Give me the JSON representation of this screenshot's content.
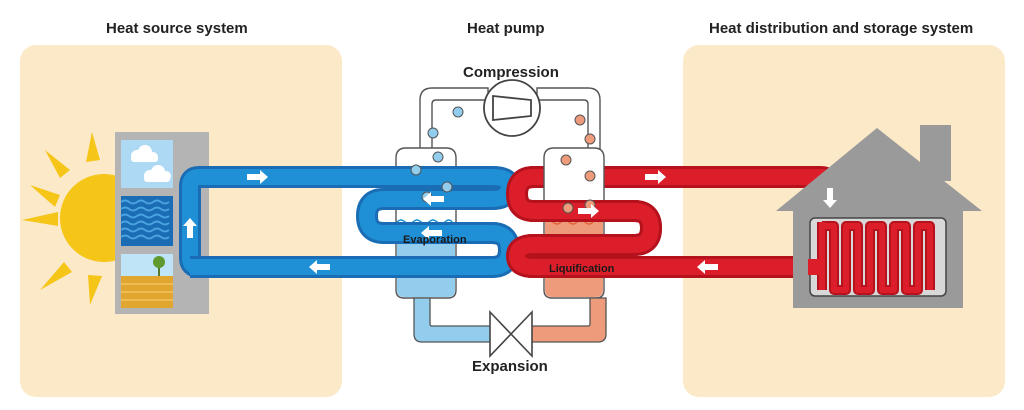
{
  "titles": {
    "source": "Heat source system",
    "pump": "Heat pump",
    "distribution": "Heat distribution and storage system"
  },
  "components": {
    "compression": "Compression",
    "expansion": "Expansion",
    "evaporation": "Evaporation",
    "liquification": "Liquification"
  },
  "colors": {
    "panel": "#fbe9c8",
    "cold": "#1f8fd6",
    "hot": "#dc1e2b",
    "evaporator_fill": "#92cdee",
    "condenser_fill": "#ee9b7c",
    "sun": "#f5c518",
    "house": "#9a9a9a"
  },
  "icons": [
    "sun-icon",
    "water-icon",
    "cloud-icon",
    "tree-icon",
    "house-icon",
    "radiator-icon",
    "compressor-icon",
    "expansion-valve-icon",
    "flow-arrow-icon"
  ]
}
